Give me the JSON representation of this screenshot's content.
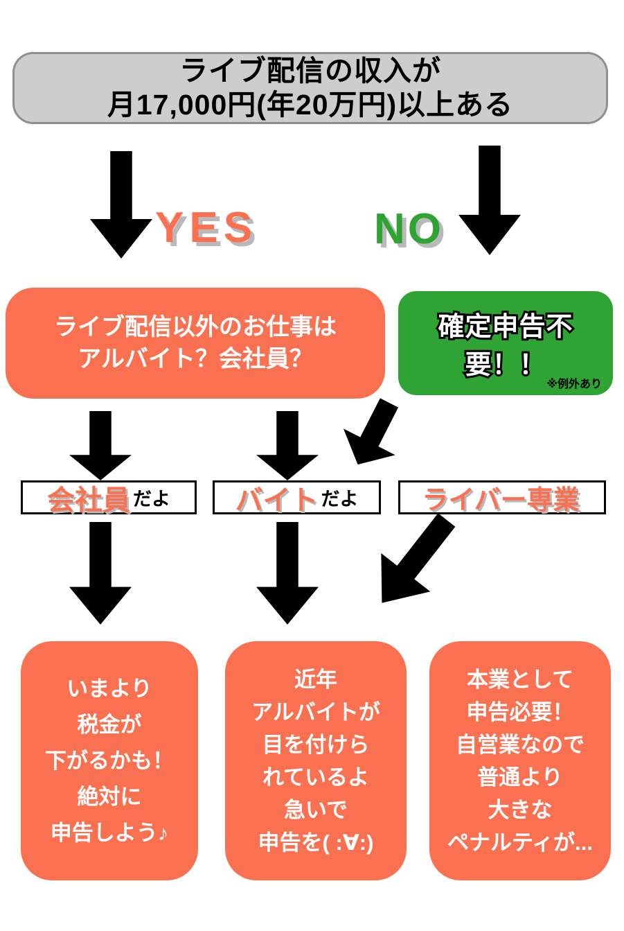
{
  "title_box": {
    "line1": "ライブ配信の収入が",
    "line2": "月17,000円(年20万円)以上ある"
  },
  "branches": {
    "yes": "YES",
    "no": "NO"
  },
  "question_box": {
    "line1": "ライブ配信以外のお仕事は",
    "line2": "アルバイト？会社員？"
  },
  "no_result_box": {
    "text": "確定申告不要！！",
    "note": "※例外あり"
  },
  "options": [
    {
      "highlight": "会社員",
      "suffix": "だよ"
    },
    {
      "highlight": "バイト",
      "suffix": "だよ"
    },
    {
      "highlight": "ライバー専業",
      "suffix": ""
    }
  ],
  "results": [
    {
      "lines": [
        "いまより",
        "税金が",
        "下がるかも！",
        "絶対に",
        "申告しよう♪"
      ]
    },
    {
      "lines": [
        "近年",
        "アルバイトが",
        "目を付けら",
        "れているよ",
        "急いで",
        "申告を( :∀:)"
      ]
    },
    {
      "lines": [
        "本業として",
        "申告必要！",
        "自営業なので",
        "普通より",
        "大きな",
        "ペナルティが..."
      ]
    }
  ],
  "colors": {
    "orange": "#f97150",
    "green": "#2fa434",
    "gray": "#cdcdcd",
    "arrow": "#000000",
    "shadow": "#b9b9b9"
  }
}
